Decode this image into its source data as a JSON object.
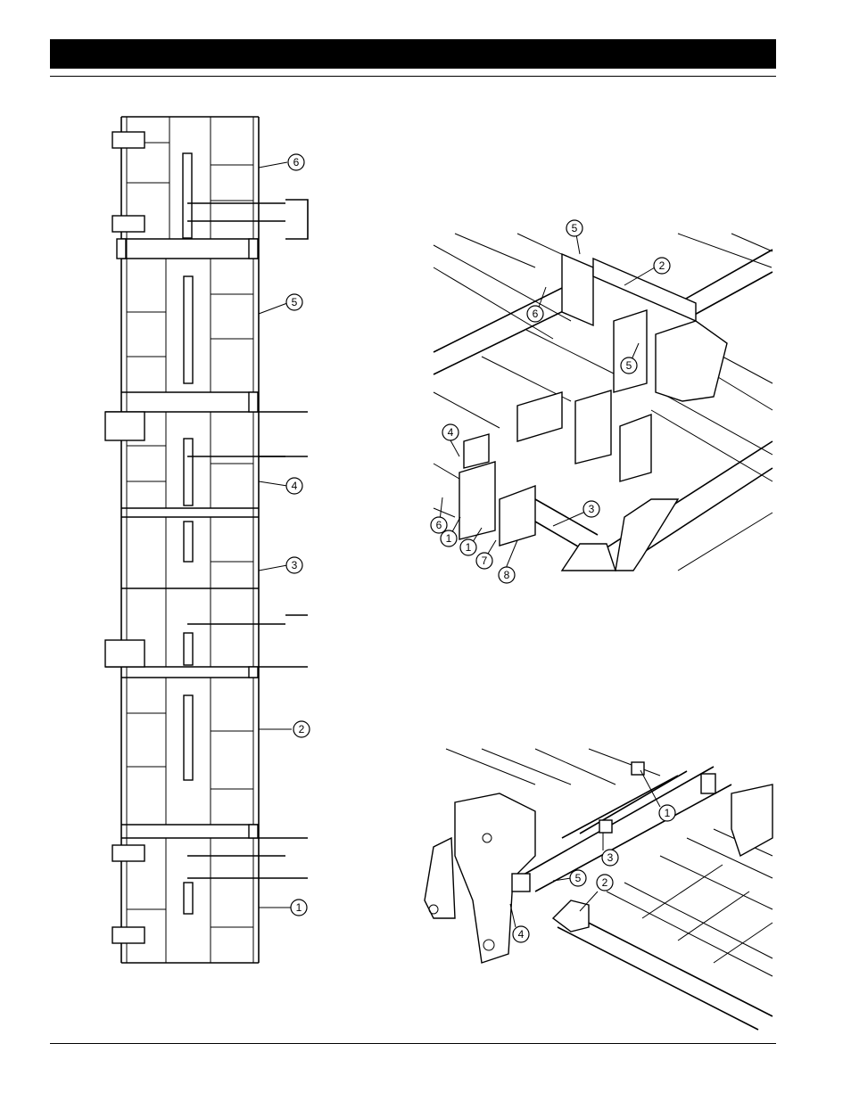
{
  "header": {
    "title": ""
  },
  "figures": {
    "plan_view": {
      "callouts": [
        "6",
        "5",
        "4",
        "3",
        "2",
        "1"
      ]
    },
    "iso_view_top": {
      "callouts": [
        "5",
        "2",
        "6",
        "5",
        "4",
        "3",
        "6",
        "1",
        "1",
        "7",
        "8"
      ]
    },
    "iso_view_bottom": {
      "callouts": [
        "1",
        "3",
        "5",
        "2",
        "4"
      ]
    }
  }
}
